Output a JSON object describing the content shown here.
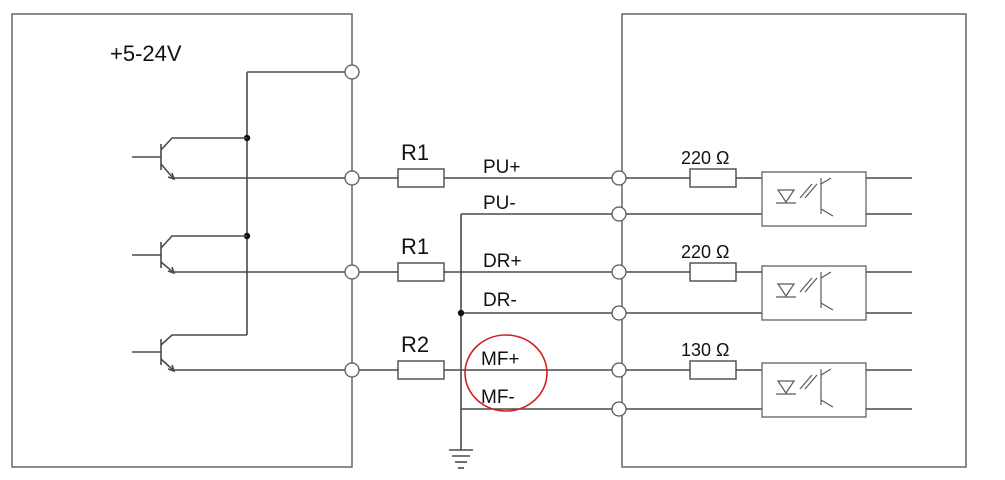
{
  "supply": {
    "label": "+5-24V"
  },
  "resistors": {
    "r1_top": "R1",
    "r1_mid": "R1",
    "r2": "R2",
    "ohm_top": "220 Ω",
    "ohm_mid": "220 Ω",
    "ohm_bot": "130 Ω"
  },
  "signals": {
    "pu_plus": "PU+",
    "pu_minus": "PU-",
    "dr_plus": "DR+",
    "dr_minus": "DR-",
    "mf_plus": "MF+",
    "mf_minus": "MF-"
  },
  "colors": {
    "highlight": "#d42020",
    "line": "#4a4a4a"
  }
}
